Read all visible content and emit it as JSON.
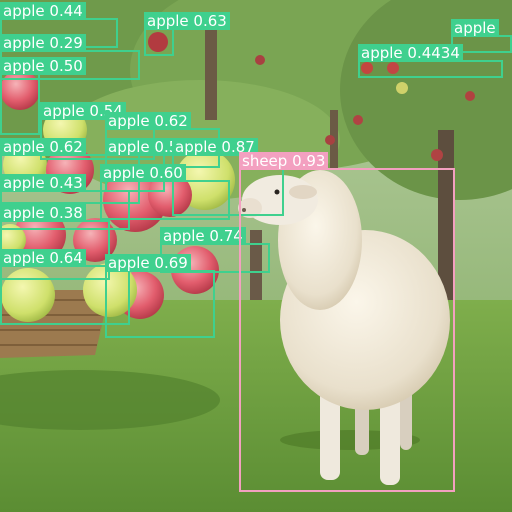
{
  "colors": {
    "apple": "#3fd08e",
    "sheep": "#f3a0c0"
  },
  "detections": [
    {
      "label": "apple 0.44"
    },
    {
      "label": "apple 0.63"
    },
    {
      "label": "apple"
    },
    {
      "label": "apple 0.29"
    },
    {
      "label": "apple 0.50"
    },
    {
      "label": "apple 0.4434"
    },
    {
      "label": "apple 0.54"
    },
    {
      "label": "apple 0.62"
    },
    {
      "label": "apple 0.62"
    },
    {
      "label": "apple 0.51"
    },
    {
      "label": "apple 0.87"
    },
    {
      "label": "apple 0.60"
    },
    {
      "label": "apple 0.43"
    },
    {
      "label": "apple 0.38"
    },
    {
      "label": "apple 0.74"
    },
    {
      "label": "apple 0.64"
    },
    {
      "label": "apple 0.69"
    },
    {
      "label": "sheep 0.93"
    }
  ]
}
